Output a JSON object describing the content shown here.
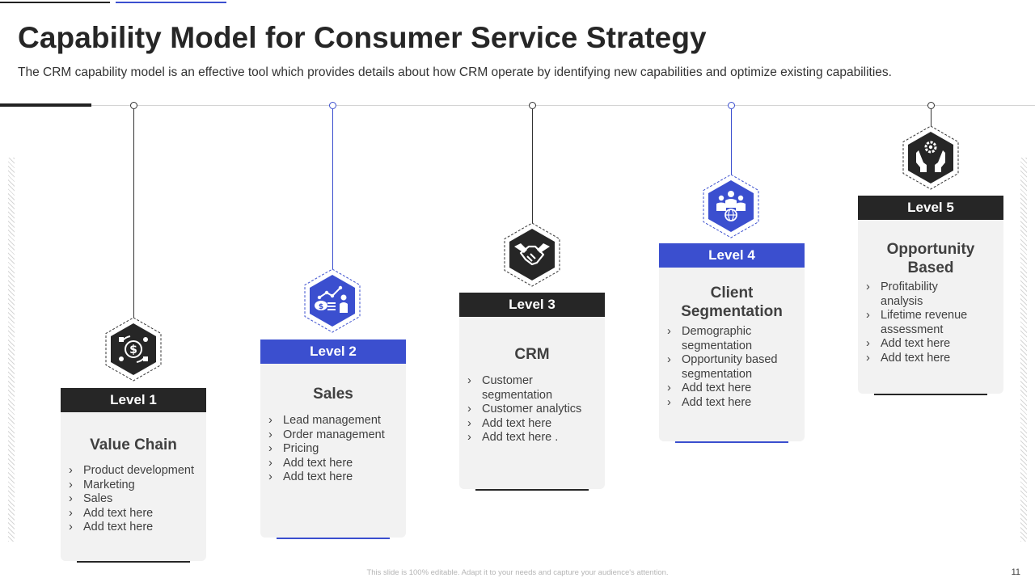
{
  "title": "Capability Model for Consumer Service Strategy",
  "subtitle": "The CRM capability model is an effective tool which provides details about how CRM operate by identifying new capabilities and optimize existing capabilities.",
  "colors": {
    "dark": "#262626",
    "blue": "#3b4fcf",
    "card_bg": "#f2f2f2"
  },
  "levels": [
    {
      "label": "Level 1",
      "title": "Value Chain",
      "style": "dark",
      "icon": "dollar-cycle-icon",
      "bullets": [
        "Product development",
        "Marketing",
        "Sales",
        "Add text here",
        "Add text here"
      ]
    },
    {
      "label": "Level 2",
      "title": "Sales",
      "style": "blue",
      "icon": "sales-growth-icon",
      "bullets": [
        "Lead management",
        "Order management",
        "Pricing",
        "Add text here",
        "Add text here"
      ]
    },
    {
      "label": "Level 3",
      "title": "CRM",
      "style": "dark",
      "icon": "handshake-icon",
      "bullets": [
        "Customer segmentation",
        "Customer analytics",
        "Add text here",
        "Add text here ."
      ]
    },
    {
      "label": "Level 4",
      "title": "Client Segmentation",
      "style": "blue",
      "icon": "global-team-icon",
      "bullets": [
        "Demographic segmentation",
        "Opportunity based segmentation",
        "Add text here",
        "Add text here"
      ]
    },
    {
      "label": "Level 5",
      "title": "Opportunity Based",
      "style": "dark",
      "icon": "hands-gear-icon",
      "bullets": [
        "Profitability analysis",
        "Lifetime revenue assessment",
        "Add text here",
        "Add text here"
      ]
    }
  ],
  "footer": "This slide is 100% editable. Adapt it to your needs and capture your audience's attention.",
  "page_number": "11"
}
